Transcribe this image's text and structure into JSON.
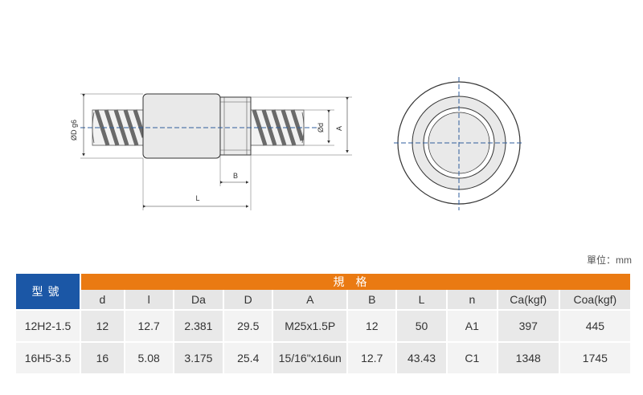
{
  "drawing": {
    "labels": {
      "outer_diameter": "ØD g6",
      "inner_diameter": "Ød",
      "height": "A",
      "thread_length": "B",
      "length": "L"
    },
    "colors": {
      "nut_fill": "#e9e9e9",
      "line": "#333333",
      "centerline": "#2f5d9c"
    }
  },
  "unit_note": "單位：mm",
  "table": {
    "model_header": "型號",
    "group_header": "規格",
    "columns": [
      "d",
      "l",
      "Da",
      "D",
      "A",
      "B",
      "L",
      "n",
      "Ca(kgf)",
      "Coa(kgf)"
    ],
    "rows": [
      {
        "model": "12H2-1.5",
        "values": [
          "12",
          "12.7",
          "2.381",
          "29.5",
          "M25x1.5P",
          "12",
          "50",
          "A1",
          "397",
          "445"
        ]
      },
      {
        "model": "16H5-3.5",
        "values": [
          "16",
          "5.08",
          "3.175",
          "25.4",
          "15/16\"x16un",
          "12.7",
          "43.43",
          "C1",
          "1348",
          "1745"
        ]
      }
    ],
    "colors": {
      "model_header": "#1b57a6",
      "group_header": "#ea7a12",
      "column_header": "#e6e6e6"
    }
  }
}
